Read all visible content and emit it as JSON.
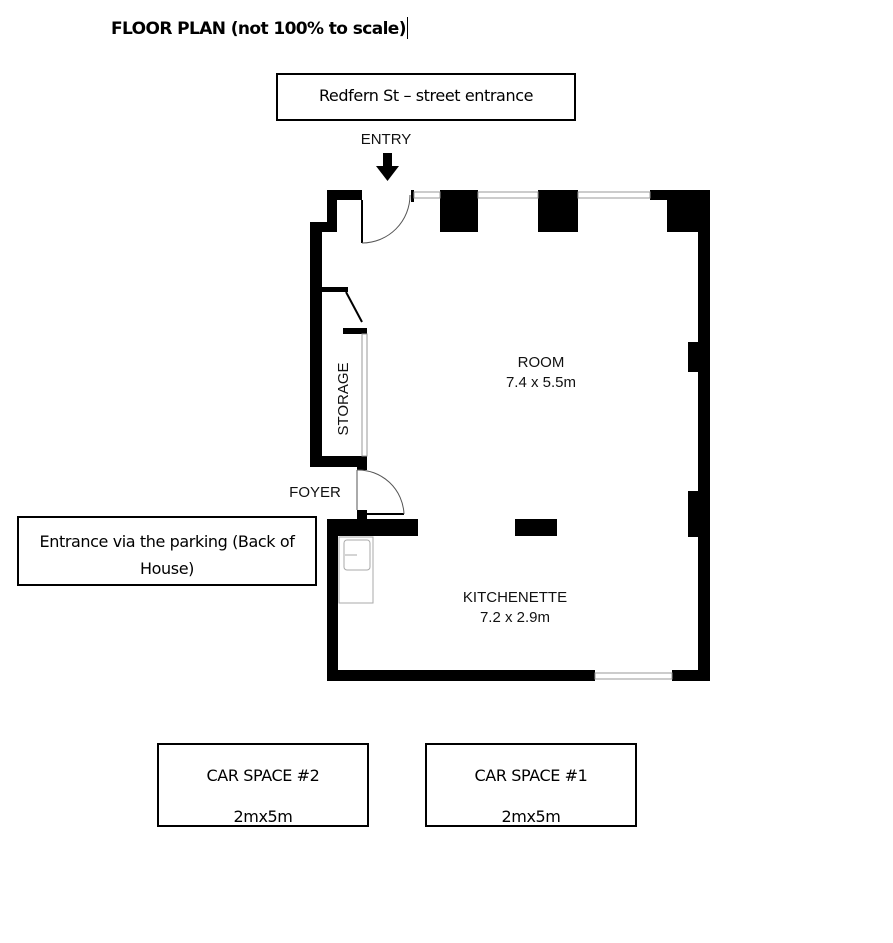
{
  "title": "FLOOR PLAN (not 100% to scale)",
  "street_box": "Redfern St – street entrance",
  "rear_box": "Entrance via the parking (Back of House)",
  "plan": {
    "entry": "ENTRY",
    "room_name": "ROOM",
    "room_size": "7.4 x 5.5m",
    "storage": "STORAGE",
    "foyer": "FOYER",
    "kitchen_name": "KITCHENETTE",
    "kitchen_size": "7.2 x 2.9m"
  },
  "car_spaces": [
    {
      "name": "CAR SPACE #2",
      "size": "2mx5m"
    },
    {
      "name": "CAR SPACE #1",
      "size": "2mx5m"
    }
  ]
}
